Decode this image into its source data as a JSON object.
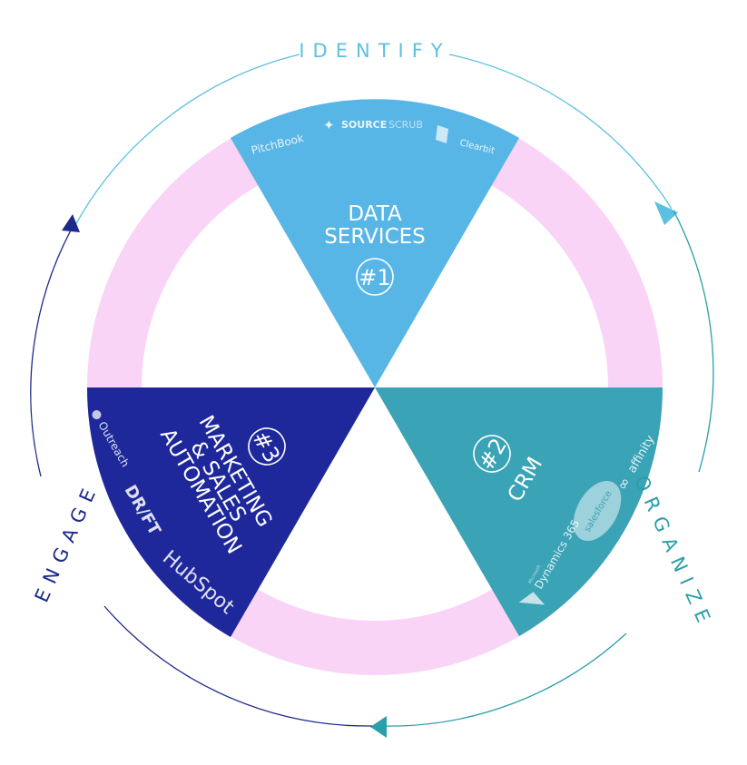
{
  "phases": {
    "identify": "IDENTIFY",
    "organize": "ORGANIZE",
    "engage": "ENGAGE"
  },
  "segments": {
    "data_services": {
      "line1": "DATA",
      "line2": "SERVICES",
      "badge": "#1",
      "logos": {
        "pitchbook": "PitchBook",
        "sourcescrub_bold": "SOURCE",
        "sourcescrub_light": "SCRUB",
        "clearbit": "Clearbit"
      }
    },
    "crm": {
      "line1": "CRM",
      "badge": "#2",
      "logos": {
        "affinity": "affinity",
        "salesforce": "salesforce",
        "dynamics_small": "Microsoft",
        "dynamics": "Dynamics 365"
      }
    },
    "marketing": {
      "line1": "MARKETING",
      "line2": "& SALES",
      "line3": "AUTOMATION",
      "badge": "#3",
      "logos": {
        "outreach": "Outreach",
        "drift": "DR/FT",
        "hubspot": "HubSpot"
      }
    }
  },
  "colors": {
    "ring": "#f9d4f6",
    "data_services": "#58b6e6",
    "crm": "#3aa3b6",
    "marketing": "#1e289a",
    "arrow_identify": "#5cc0e0",
    "arrow_organize": "#2a9fa8",
    "arrow_engage": "#1e2a8a"
  }
}
